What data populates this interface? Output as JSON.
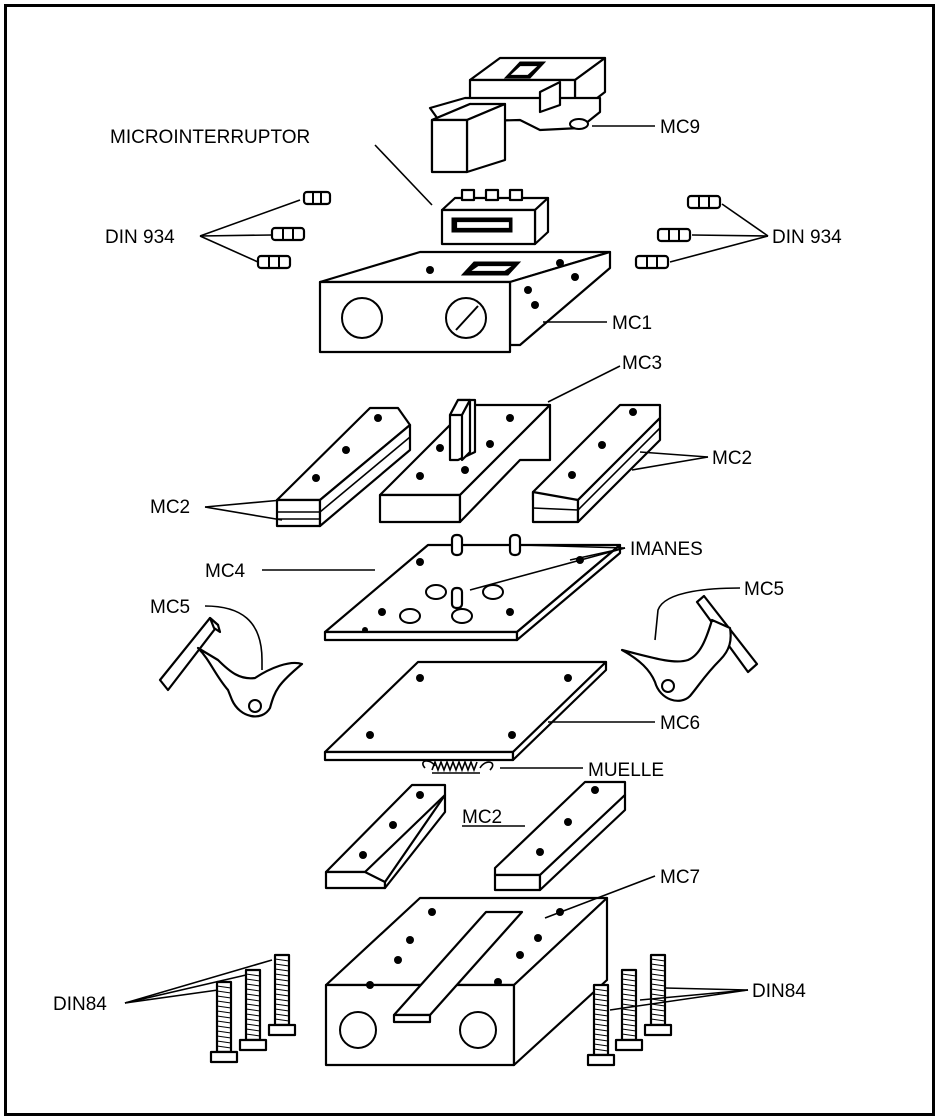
{
  "labels": {
    "microinterruptor": "MICROINTERRUPTOR",
    "mc9": "MC9",
    "din934_left": "DIN 934",
    "din934_right": "DIN 934",
    "mc1": "MC1",
    "mc3": "MC3",
    "mc2_right": "MC2",
    "mc2_left": "MC2",
    "imanes": "IMANES",
    "mc4": "MC4",
    "mc5_left": "MC5",
    "mc5_right": "MC5",
    "mc6": "MC6",
    "muelle": "MUELLE",
    "mc2_bottom": "MC2",
    "mc7": "MC7",
    "din84_left": "DIN84",
    "din84_right": "DIN84"
  }
}
